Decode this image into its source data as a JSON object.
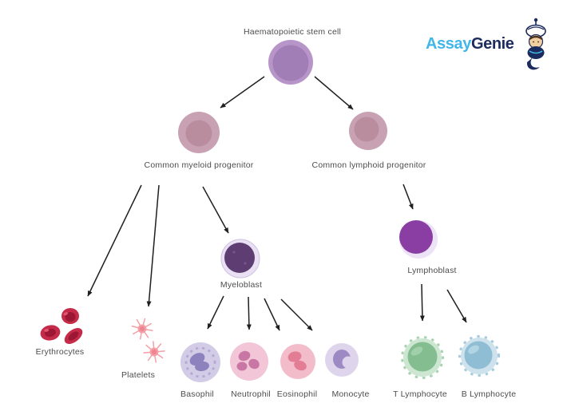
{
  "logo": {
    "brand_first": "Assay",
    "brand_second": "Genie",
    "mascot_icon": "genie-mascot-icon"
  },
  "diagram": {
    "nodes": {
      "stem": {
        "label": "Haematopoietic stem cell"
      },
      "cmp": {
        "label": "Common myeloid progenitor"
      },
      "clp": {
        "label": "Common lymphoid progenitor"
      },
      "myeloblast": {
        "label": "Myeloblast"
      },
      "lymphoblast": {
        "label": "Lymphoblast"
      },
      "erythrocytes": {
        "label": "Erythrocytes"
      },
      "platelets": {
        "label": "Platelets"
      },
      "basophil": {
        "label": "Basophil"
      },
      "neutrophil": {
        "label": "Neutrophil"
      },
      "eosinophil": {
        "label": "Eosinophil"
      },
      "monocyte": {
        "label": "Monocyte"
      },
      "t_lymphocyte": {
        "label": "T Lymphocyte"
      },
      "b_lymphocyte": {
        "label": "B Lymphocyte"
      }
    },
    "edges": [
      {
        "from": "stem",
        "to": "cmp"
      },
      {
        "from": "stem",
        "to": "clp"
      },
      {
        "from": "cmp",
        "to": "erythrocytes"
      },
      {
        "from": "cmp",
        "to": "platelets"
      },
      {
        "from": "cmp",
        "to": "myeloblast"
      },
      {
        "from": "myeloblast",
        "to": "basophil"
      },
      {
        "from": "myeloblast",
        "to": "neutrophil"
      },
      {
        "from": "myeloblast",
        "to": "eosinophil"
      },
      {
        "from": "myeloblast",
        "to": "monocyte"
      },
      {
        "from": "clp",
        "to": "lymphoblast"
      },
      {
        "from": "lymphoblast",
        "to": "t_lymphocyte"
      },
      {
        "from": "lymphoblast",
        "to": "b_lymphocyte"
      }
    ]
  },
  "palette": {
    "stem_outer": "#b795c9",
    "stem_inner": "#a27eb6",
    "progenitor_outer": "#c8a2b2",
    "progenitor_inner": "#ba8d9e",
    "myeloblast_rim": "#e9e1f3",
    "myeloblast_nucleus": "#5e3d72",
    "lymphoblast_rim": "#ece3f6",
    "lymphoblast_body": "#8a3da3",
    "erythrocyte": "#c52a48",
    "erythrocyte_core": "#9c1733",
    "platelet": "#f59fa7",
    "platelet_core": "#ee8691",
    "basophil_body": "#d3cce6",
    "basophil_nucleus": "#8d82bd",
    "neutrophil_body": "#f2c6d7",
    "neutrophil_nucleus": "#c877a4",
    "eosinophil_body": "#f3bccb",
    "eosinophil_nucleus": "#e27d95",
    "monocyte_body": "#ded5ec",
    "monocyte_nucleus": "#9d89c3",
    "t_outer": "#cde6d1",
    "t_inner": "#83bd90",
    "b_outer": "#cde2ec",
    "b_inner": "#8fbdd4",
    "arrow": "#1f1f1f",
    "label_text": "#4d4d4d",
    "brand_blue": "#41b6e8",
    "brand_navy": "#1c2b5e"
  }
}
